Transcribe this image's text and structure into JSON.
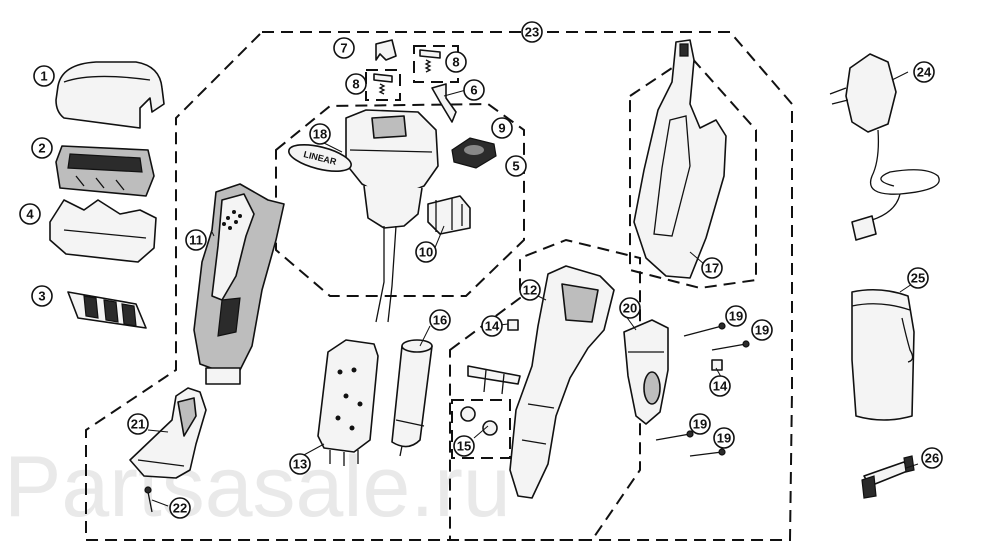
{
  "diagram": {
    "watermark": "Partsasale.ru",
    "emblem_text": "LINEAR",
    "callouts": [
      "1",
      "2",
      "3",
      "4",
      "5",
      "6",
      "7",
      "8",
      "8",
      "9",
      "10",
      "11",
      "12",
      "13",
      "14",
      "14",
      "15",
      "16",
      "17",
      "18",
      "19",
      "19",
      "19",
      "19",
      "20",
      "21",
      "22",
      "23",
      "24",
      "25",
      "26"
    ]
  }
}
